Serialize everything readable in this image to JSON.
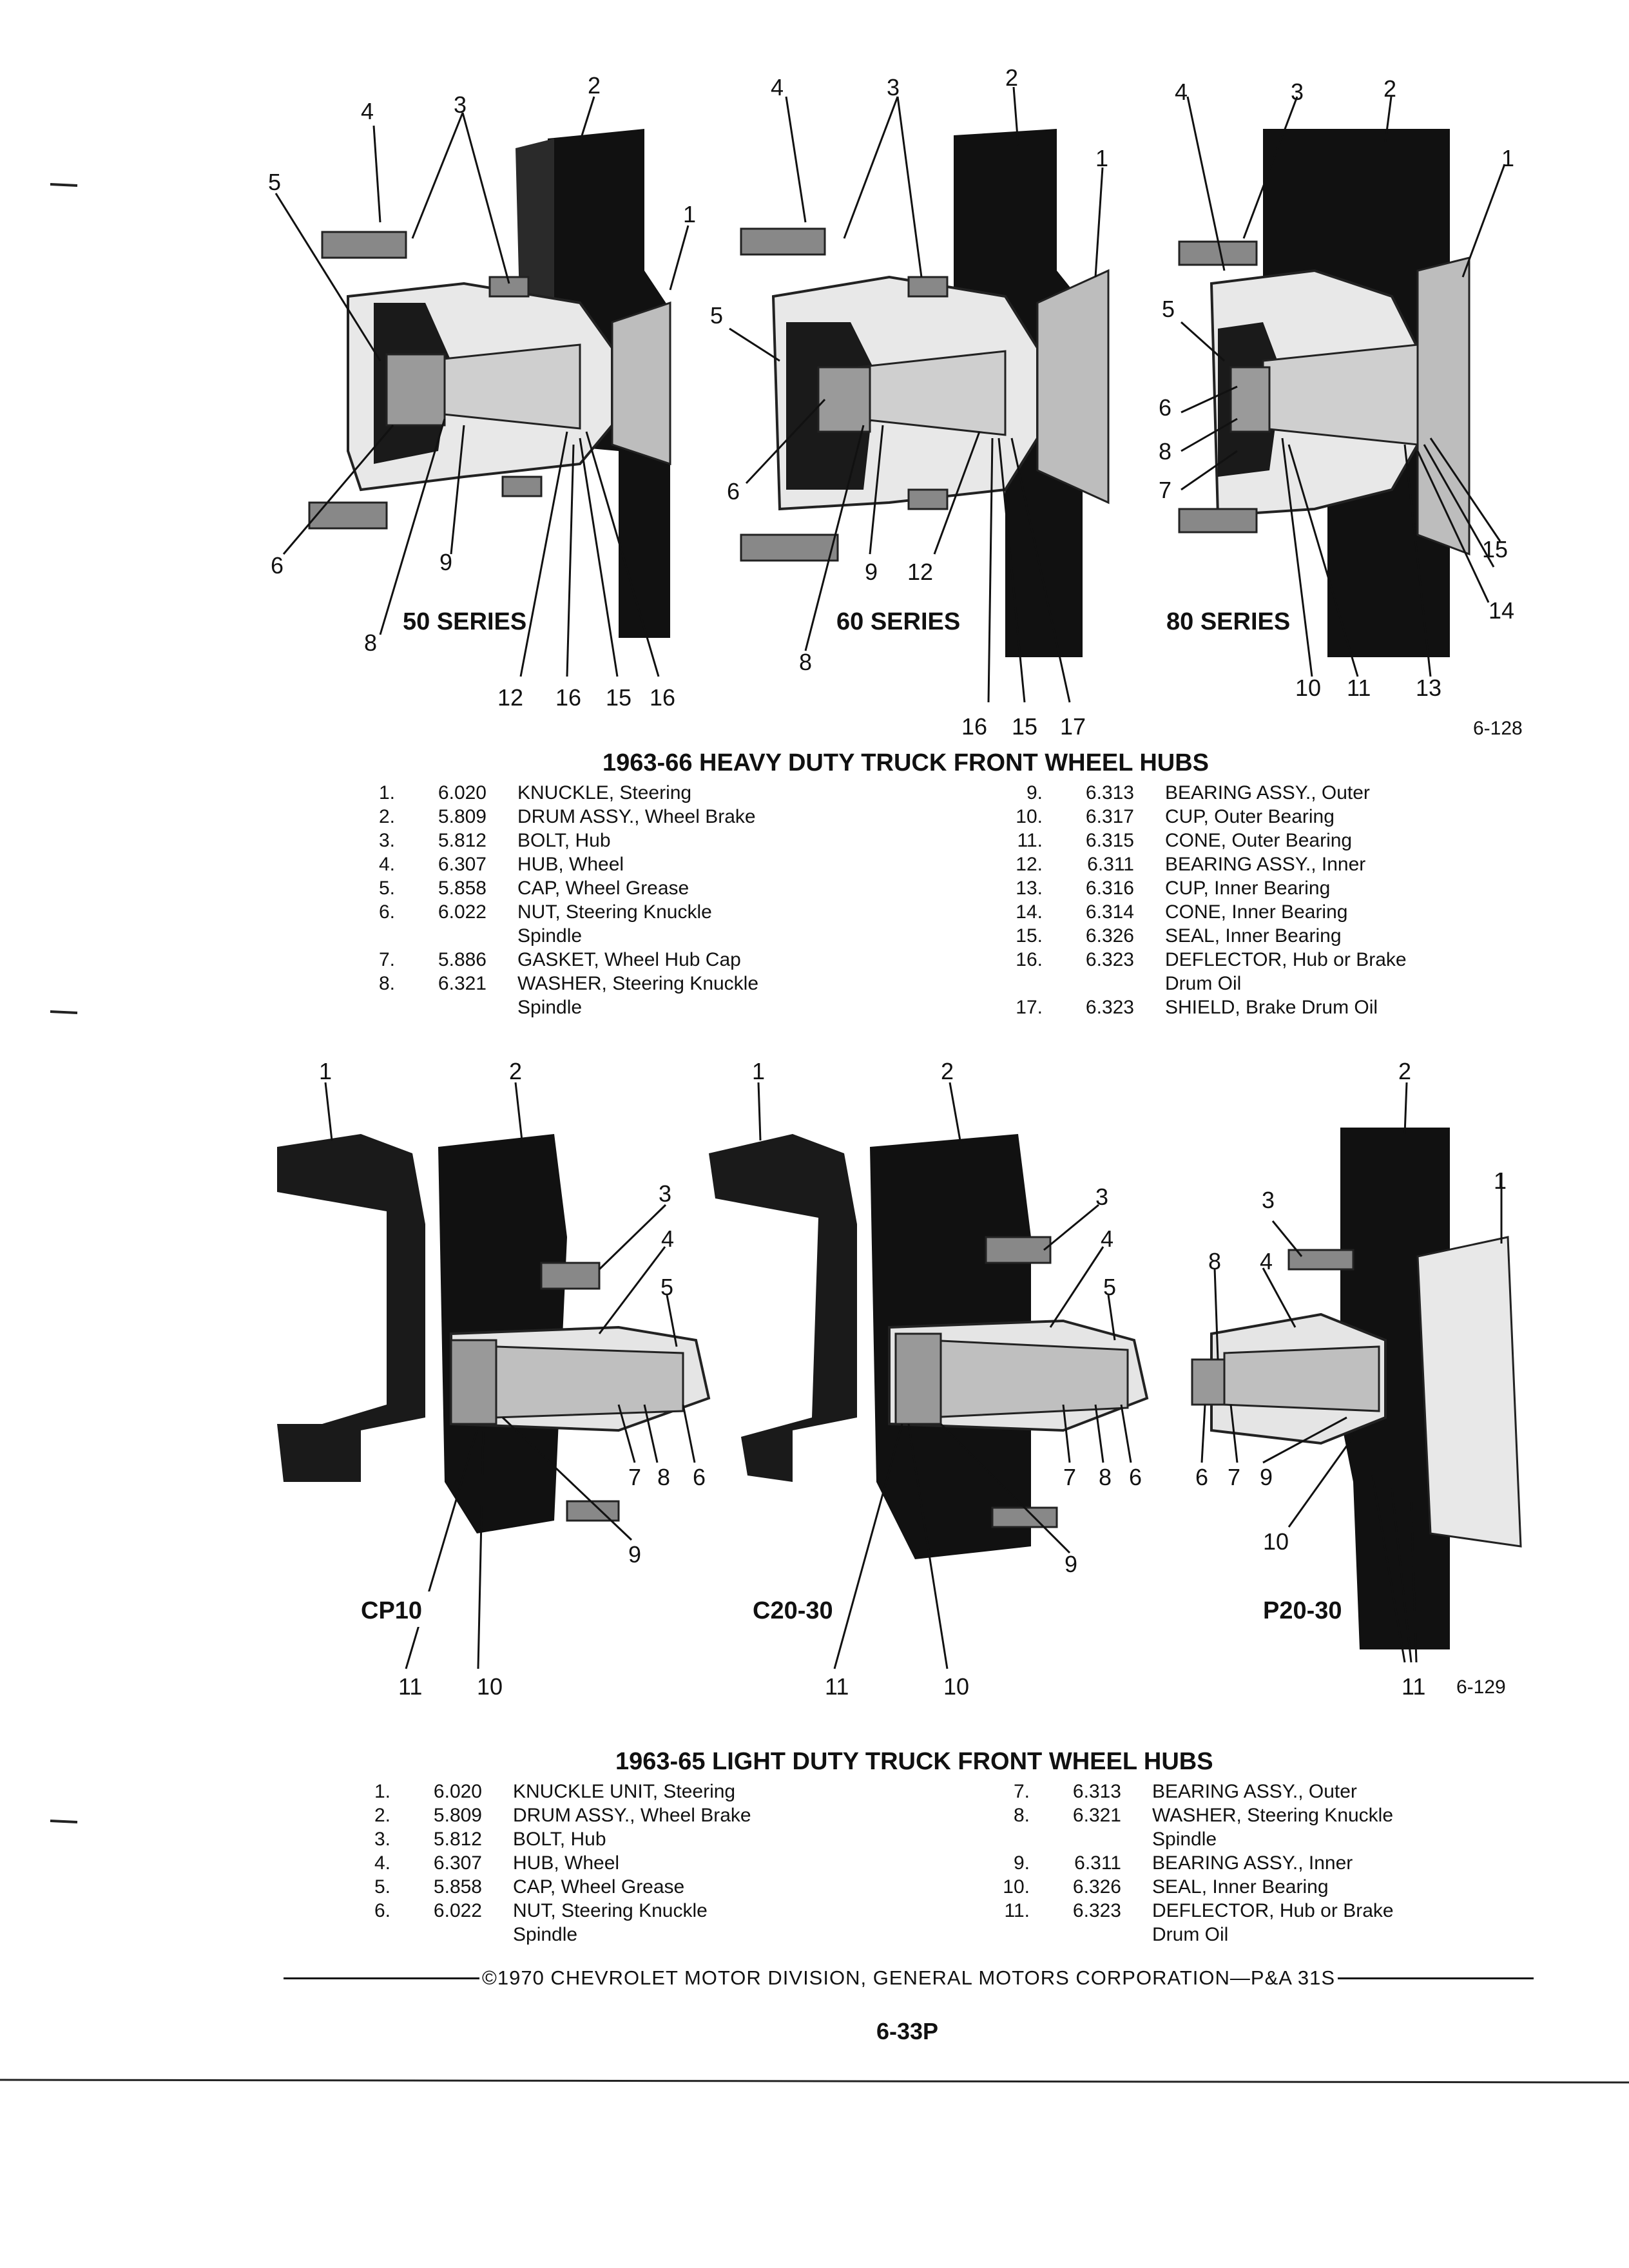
{
  "heavy_duty": {
    "title": "1963-66 HEAVY DUTY TRUCK FRONT WHEEL HUBS",
    "figure_number": "6-128",
    "diagrams": [
      {
        "series_label": "50 SERIES",
        "callouts": [
          "1",
          "2",
          "3",
          "4",
          "5",
          "6",
          "8",
          "9",
          "12",
          "16",
          "15",
          "16"
        ]
      },
      {
        "series_label": "60 SERIES",
        "callouts": [
          "1",
          "2",
          "3",
          "4",
          "5",
          "6",
          "8",
          "9",
          "12",
          "16",
          "15",
          "17"
        ]
      },
      {
        "series_label": "80 SERIES",
        "callouts": [
          "1",
          "2",
          "3",
          "4",
          "5",
          "6",
          "7",
          "8",
          "10",
          "11",
          "13",
          "14",
          "15"
        ]
      }
    ],
    "parts": [
      {
        "no": "1.",
        "code": "6.020",
        "name": "KNUCKLE, Steering"
      },
      {
        "no": "2.",
        "code": "5.809",
        "name": "DRUM ASSY., Wheel Brake"
      },
      {
        "no": "3.",
        "code": "5.812",
        "name": "BOLT, Hub"
      },
      {
        "no": "4.",
        "code": "6.307",
        "name": "HUB, Wheel"
      },
      {
        "no": "5.",
        "code": "5.858",
        "name": "CAP, Wheel Grease"
      },
      {
        "no": "6.",
        "code": "6.022",
        "name": "NUT, Steering Knuckle",
        "cont": "Spindle"
      },
      {
        "no": "7.",
        "code": "5.886",
        "name": "GASKET, Wheel Hub Cap"
      },
      {
        "no": "8.",
        "code": "6.321",
        "name": "WASHER, Steering Knuckle",
        "cont": "Spindle"
      },
      {
        "no": "9.",
        "code": "6.313",
        "name": "BEARING ASSY., Outer"
      },
      {
        "no": "10.",
        "code": "6.317",
        "name": "CUP, Outer Bearing"
      },
      {
        "no": "11.",
        "code": "6.315",
        "name": "CONE, Outer Bearing"
      },
      {
        "no": "12.",
        "code": "6.311",
        "name": "BEARING ASSY., Inner"
      },
      {
        "no": "13.",
        "code": "6.316",
        "name": "CUP, Inner Bearing"
      },
      {
        "no": "14.",
        "code": "6.314",
        "name": "CONE, Inner Bearing"
      },
      {
        "no": "15.",
        "code": "6.326",
        "name": "SEAL, Inner Bearing"
      },
      {
        "no": "16.",
        "code": "6.323",
        "name": "DEFLECTOR, Hub or Brake",
        "cont": "Drum Oil"
      },
      {
        "no": "17.",
        "code": "6.323",
        "name": "SHIELD, Brake Drum Oil"
      }
    ]
  },
  "light_duty": {
    "title": "1963-65 LIGHT DUTY TRUCK FRONT WHEEL HUBS",
    "figure_number": "6-129",
    "diagrams": [
      {
        "series_label": "CP10",
        "callouts": [
          "1",
          "2",
          "3",
          "4",
          "5",
          "7",
          "8",
          "6",
          "9",
          "11",
          "10"
        ]
      },
      {
        "series_label": "C20-30",
        "callouts": [
          "1",
          "2",
          "3",
          "4",
          "5",
          "7",
          "8",
          "6",
          "9",
          "11",
          "10"
        ]
      },
      {
        "series_label": "P20-30",
        "callouts": [
          "2",
          "1",
          "3",
          "8",
          "4",
          "6",
          "7",
          "9",
          "10",
          "11"
        ]
      }
    ],
    "parts": [
      {
        "no": "1.",
        "code": "6.020",
        "name": "KNUCKLE UNIT, Steering"
      },
      {
        "no": "2.",
        "code": "5.809",
        "name": "DRUM ASSY., Wheel Brake"
      },
      {
        "no": "3.",
        "code": "5.812",
        "name": "BOLT, Hub"
      },
      {
        "no": "4.",
        "code": "6.307",
        "name": "HUB, Wheel"
      },
      {
        "no": "5.",
        "code": "5.858",
        "name": "CAP, Wheel Grease"
      },
      {
        "no": "6.",
        "code": "6.022",
        "name": "NUT, Steering Knuckle",
        "cont": "Spindle"
      },
      {
        "no": "7.",
        "code": "6.313",
        "name": "BEARING ASSY., Outer"
      },
      {
        "no": "8.",
        "code": "6.321",
        "name": "WASHER, Steering Knuckle",
        "cont": "Spindle"
      },
      {
        "no": "9.",
        "code": "6.311",
        "name": "BEARING ASSY., Inner"
      },
      {
        "no": "10.",
        "code": "6.326",
        "name": "SEAL, Inner Bearing"
      },
      {
        "no": "11.",
        "code": "6.323",
        "name": "DEFLECTOR, Hub or Brake",
        "cont": "Drum Oil"
      }
    ]
  },
  "footer": {
    "copyright": "©1970 CHEVROLET MOTOR DIVISION, GENERAL MOTORS CORPORATION—P&A 31S",
    "page_number": "6-33P"
  }
}
